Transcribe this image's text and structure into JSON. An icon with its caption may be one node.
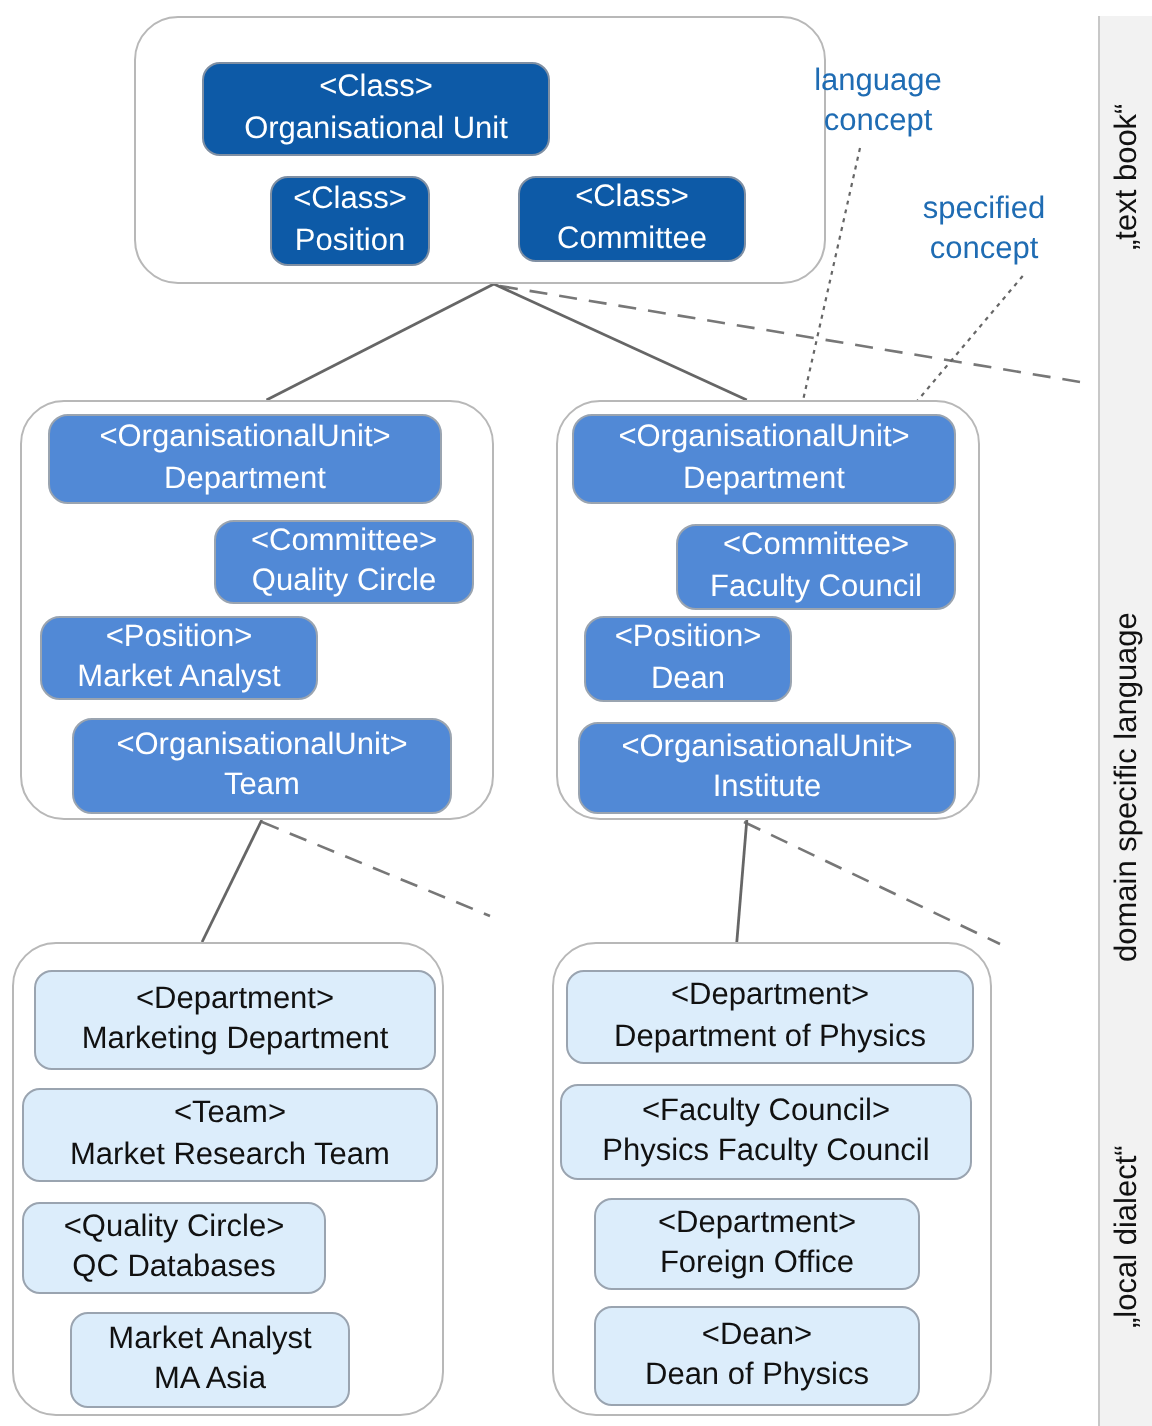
{
  "diagram": {
    "nodes": [
      {
        "text": [],
        "shape": "box"
      },
      {
        "text": [
          "<Class>",
          "Organisational Unit"
        ],
        "in": 0
      },
      {
        "text": [
          "<Class>",
          "Position"
        ],
        "in": 0
      },
      {
        "text": [
          "<Class>",
          "Committee"
        ],
        "in": 0
      },
      {
        "text": [],
        "shape": "box"
      },
      {
        "text": [
          "<OrganisationalUnit>",
          "Department"
        ],
        "in": 4
      },
      {
        "text": [
          "<Committee>",
          "Quality Circle"
        ],
        "in": 4
      },
      {
        "text": [
          "<Position>",
          "Market Analyst"
        ],
        "in": 4
      },
      {
        "text": [
          "<OrganisationalUnit>",
          "Team"
        ],
        "in": 4
      },
      {
        "text": [],
        "shape": "box"
      },
      {
        "text": [
          "<OrganisationalUnit>",
          "Department"
        ],
        "in": 9
      },
      {
        "text": [
          "<Committee>",
          "Faculty Council"
        ],
        "in": 9
      },
      {
        "text": [
          "<Position>",
          "Dean"
        ],
        "in": 9
      },
      {
        "text": [
          "<OrganisationalUnit>",
          "Institute"
        ],
        "in": 9
      },
      {
        "text": [],
        "shape": "box"
      },
      {
        "text": [
          "<Department>",
          "Marketing Department"
        ],
        "in": 14
      },
      {
        "text": [
          "<Team>",
          "Market Research Team"
        ],
        "in": 14
      },
      {
        "text": [
          "<Quality Circle>",
          "QC Databases"
        ],
        "in": 14
      },
      {
        "text": [
          "Market Analyst",
          "MA Asia"
        ],
        "in": 14
      },
      {
        "text": [],
        "shape": "box"
      },
      {
        "text": [
          "<Department>",
          "Department of Physics"
        ],
        "in": 19
      },
      {
        "text": [
          "<Faculty Council>",
          "Physics Faculty Council"
        ],
        "in": 19
      },
      {
        "text": [
          "<Department>",
          "Foreign Office"
        ],
        "in": 19
      },
      {
        "text": [
          "<Dean>",
          "Dean of Physics"
        ],
        "in": 19
      },
      {
        "text": [
          "language concept"
        ]
      },
      {
        "text": [
          "specified concept"
        ]
      }
    ],
    "edges": [
      {
        "from": 0,
        "to": 4,
        "arrow": "none"
      },
      {
        "from": 0,
        "to": 9,
        "arrow": "none"
      },
      {
        "from": 4,
        "to": 14,
        "arrow": "none"
      },
      {
        "from": 9,
        "to": 19,
        "arrow": "none"
      },
      {
        "from": 24,
        "to": 10,
        "arrow": "none",
        "style": "dashed"
      },
      {
        "from": 25,
        "to": 10,
        "arrow": "none",
        "style": "dashed"
      }
    ],
    "labels": [
      "„text book“",
      "domain specific language",
      "„local dialect“"
    ]
  }
}
